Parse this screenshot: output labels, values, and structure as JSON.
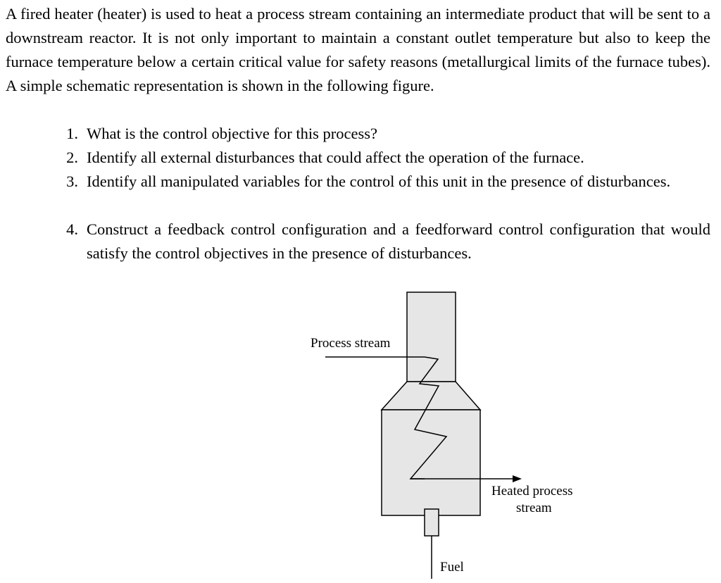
{
  "problem": {
    "intro": "A fired heater (heater) is used to heat a process stream containing an intermediate product that will be sent to a downstream reactor. It is not only important to maintain a constant outlet temperature but also to keep the furnace temperature below a certain critical value for safety reasons (metallurgical limits of the furnace tubes). A simple schematic representation is shown in the following figure.",
    "questions": [
      {
        "num": "1.",
        "text": "What is the control objective for this process?"
      },
      {
        "num": "2.",
        "text": "Identify all external disturbances that could affect the operation of the furnace."
      },
      {
        "num": "3.",
        "text": "Identify all manipulated variables for the control of this unit in the presence of disturbances."
      },
      {
        "num": "4.",
        "text": "Construct a feedback control configuration and a feedforward control configuration that would satisfy the control objectives in the presence of disturbances."
      }
    ]
  },
  "figure": {
    "inlet_label": "Process stream",
    "outlet_label_line1": "Heated process",
    "outlet_label_line2": "stream",
    "fuel_label": "Fuel",
    "body_fill": "#e6e6e6",
    "line_color": "#000000"
  }
}
